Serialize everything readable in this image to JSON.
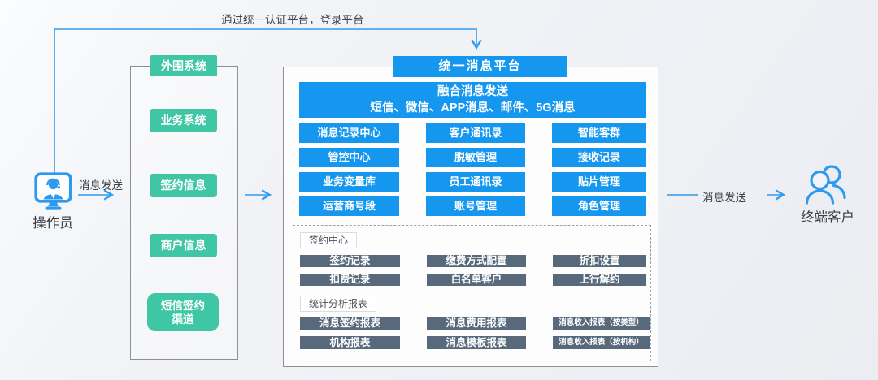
{
  "colors": {
    "blue": "#1697ef",
    "accent_blue": "#2b9af0",
    "green": "#3ec6a5",
    "slate": "#57697b"
  },
  "flows": {
    "auth_label": "通过统一认证平台，登录平台",
    "left_send_label": "消息发送",
    "right_send_label": "消息发送"
  },
  "actors": {
    "operator": "操作员",
    "customer": "终端客户"
  },
  "peripheral": {
    "title": "外围系统",
    "items": [
      "业务系统",
      "签约信息",
      "商户信息",
      "短信签约渠道"
    ]
  },
  "platform": {
    "title": "统一消息平台",
    "banner_line1": "融合消息发送",
    "banner_line2": "短信、微信、APP消息、邮件、5G消息",
    "modules": [
      "消息记录中心",
      "客户通讯录",
      "智能客群",
      "管控中心",
      "脱敏管理",
      "接收记录",
      "业务变量库",
      "员工通讯录",
      "贴片管理",
      "运营商号段",
      "账号管理",
      "角色管理"
    ],
    "sign_center": {
      "title": "签约中心",
      "items": [
        "签约记录",
        "缴费方式配置",
        "折扣设置",
        "扣费记录",
        "白名单客户",
        "上行解约"
      ]
    },
    "reports": {
      "title": "统计分析报表",
      "items": [
        "消息签约报表",
        "消息费用报表",
        "消息收入报表（按类型）",
        "机构报表",
        "消息模板报表",
        "消息收入报表（按机构）"
      ]
    }
  }
}
